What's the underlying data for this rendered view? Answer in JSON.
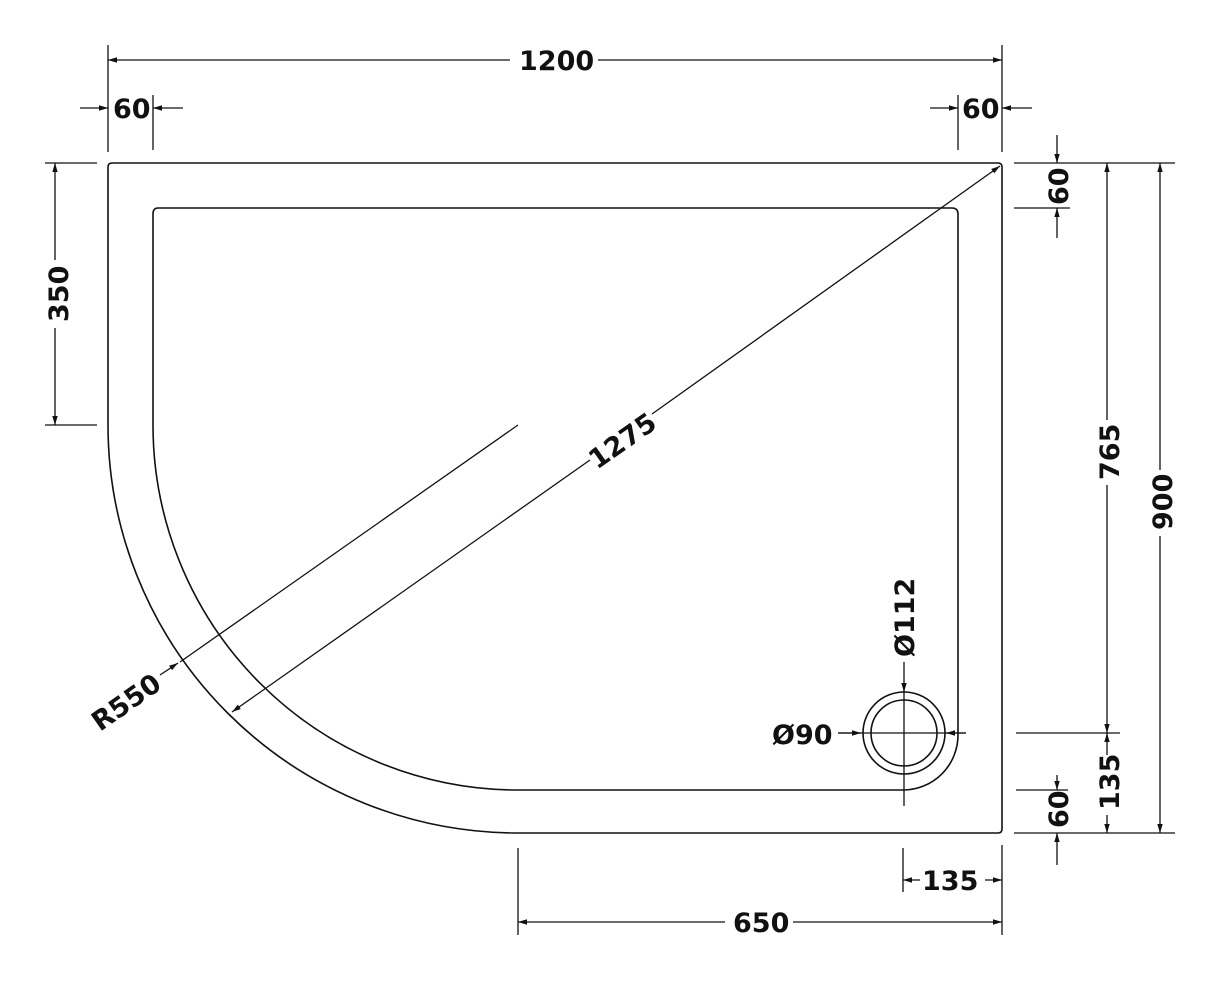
{
  "dimensions": {
    "overall_width": "1200",
    "top_left_rim": "60",
    "top_right_rim": "60",
    "left_straight": "350",
    "right_rim_top": "60",
    "waste_from_top": "765",
    "overall_depth": "900",
    "waste_from_bottom": "135",
    "right_rim_bottom": "60",
    "diagonal": "1275",
    "radius": "R550",
    "waste_outer": "Ø112",
    "waste_inner": "Ø90",
    "waste_from_right": "135",
    "bottom_straight": "650"
  },
  "colors": {
    "line": "#111111",
    "background": "#ffffff"
  }
}
